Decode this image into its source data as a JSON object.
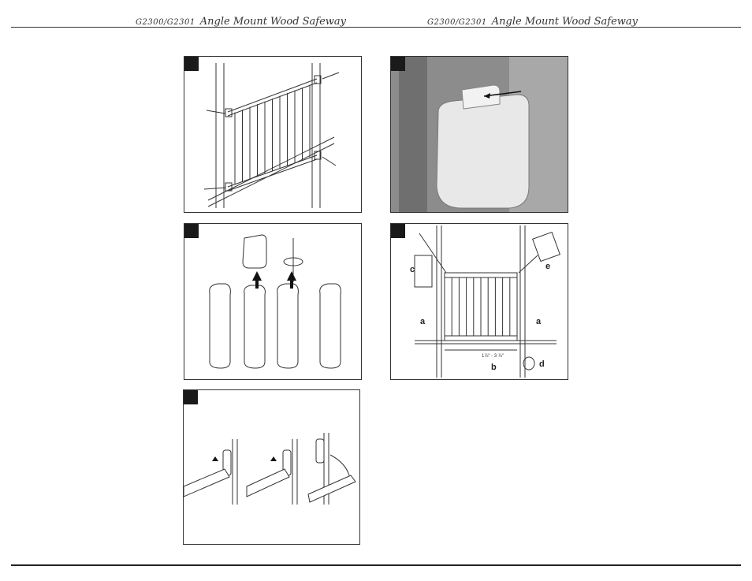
{
  "header": {
    "left": {
      "model": "G2300/G2301",
      "title": "Angle Mount Wood Safeway"
    },
    "right": {
      "model": "G2300/G2301",
      "title": "Angle Mount Wood Safeway"
    }
  },
  "panel_4": {
    "labels": {
      "a_left": "a",
      "a_right": "a",
      "b": "b",
      "c": "c",
      "d": "d",
      "e": "e"
    },
    "measurement": "1⅞\" - 3 ⅞\""
  }
}
